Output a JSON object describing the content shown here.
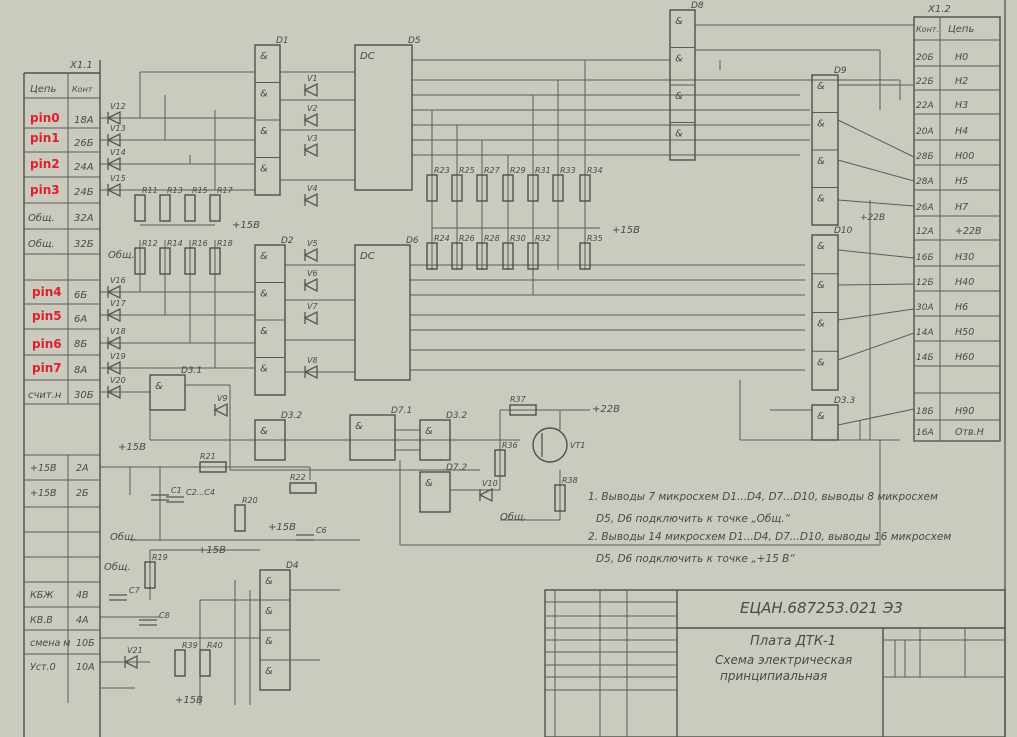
{
  "connector_left": {
    "title": "X1.1",
    "headers": [
      "Цепь",
      "Конт"
    ],
    "rows": [
      {
        "circuit": "pin0",
        "contact": "18А"
      },
      {
        "circuit": "pin1",
        "contact": "26Б"
      },
      {
        "circuit": "pin2",
        "contact": "24А"
      },
      {
        "circuit": "pin3",
        "contact": "24Б"
      },
      {
        "circuit": "Общ.",
        "contact": "32А"
      },
      {
        "circuit": "Общ.",
        "contact": "32Б"
      },
      {
        "circuit": "",
        "contact": ""
      },
      {
        "circuit": "pin4",
        "contact": "6Б"
      },
      {
        "circuit": "pin5",
        "contact": "6А"
      },
      {
        "circuit": "pin6",
        "contact": "8Б"
      },
      {
        "circuit": "pin7",
        "contact": "8А"
      },
      {
        "circuit": "счит.н",
        "contact": "30Б"
      }
    ],
    "rows_lower": [
      {
        "circuit": "+15В",
        "contact": "2А"
      },
      {
        "circuit": "+15В",
        "contact": "2Б"
      },
      {
        "circuit": "",
        "contact": ""
      },
      {
        "circuit": "",
        "contact": ""
      },
      {
        "circuit": "",
        "contact": ""
      },
      {
        "circuit": "КБЖ",
        "contact": "4В"
      },
      {
        "circuit": "КВ.В",
        "contact": "4А"
      },
      {
        "circuit": "смена м",
        "contact": "10Б"
      },
      {
        "circuit": "Уст.0",
        "contact": "10А"
      }
    ]
  },
  "connector_right": {
    "title": "X1.2",
    "headers": [
      "Конт.",
      "Цепь"
    ],
    "rows": [
      {
        "contact": "20Б",
        "circuit": "Н0"
      },
      {
        "contact": "22Б",
        "circuit": "Н2"
      },
      {
        "contact": "22А",
        "circuit": "Н3"
      },
      {
        "contact": "20А",
        "circuit": "Н4"
      },
      {
        "contact": "28Б",
        "circuit": "Н00"
      },
      {
        "contact": "28А",
        "circuit": "Н5"
      },
      {
        "contact": "26А",
        "circuit": "Н7"
      },
      {
        "contact": "12А",
        "circuit": "+22В"
      },
      {
        "contact": "16Б",
        "circuit": "Н30"
      },
      {
        "contact": "12Б",
        "circuit": "Н40"
      },
      {
        "contact": "30А",
        "circuit": "Н6"
      },
      {
        "contact": "14А",
        "circuit": "Н50"
      },
      {
        "contact": "14Б",
        "circuit": "Н60"
      },
      {
        "contact": "",
        "circuit": ""
      },
      {
        "contact": "18Б",
        "circuit": "Н90"
      },
      {
        "contact": "16А",
        "circuit": "Отв.Н"
      }
    ]
  },
  "chips": [
    "D1",
    "D2",
    "D5",
    "D6",
    "D8",
    "D9",
    "D10",
    "D3.1",
    "D3.2",
    "D7.1",
    "D3.2",
    "D7.2",
    "D3.3",
    "D4"
  ],
  "chip_symbols": {
    "and": "&",
    "dc": "DC"
  },
  "diodes": [
    "V12",
    "V13",
    "V14",
    "V15",
    "V16",
    "V17",
    "V18",
    "V19",
    "V20",
    "V1",
    "V2",
    "V3",
    "V4",
    "V5",
    "V6",
    "V7",
    "V8",
    "V9",
    "V10",
    "V21"
  ],
  "resistors": [
    "R11",
    "R13",
    "R15",
    "R17",
    "R12",
    "R14",
    "R16",
    "R18",
    "R23",
    "R25",
    "R27",
    "R29",
    "R31",
    "R33",
    "R34",
    "R24",
    "R26",
    "R28",
    "R30",
    "R32",
    "R35",
    "R21",
    "R22",
    "R20",
    "R19",
    "R36",
    "R37",
    "R38",
    "R39",
    "R40"
  ],
  "capacitors": [
    "C1",
    "C2...C4",
    "C6",
    "C7",
    "C8"
  ],
  "transistor": "VT1",
  "net_labels": {
    "p15": "+15В",
    "common": "Общ.",
    "p22": "+22В"
  },
  "notes": [
    "1. Выводы 7 микросхем D1...D4, D7...D10, выводы 8 микросхем",
    "D5, D6 подключить к точке „Общ.“",
    "2. Выводы 14 микросхем D1...D4, D7...D10, выводы 16 микросхем",
    "D5, D6 подключить к точке „+15 В“"
  ],
  "title_block": {
    "doc_number": "ЕЦАН.687253.021 Э3",
    "name": "Плата ДТК-1",
    "type_line1": "Схема электрическая",
    "type_line2": "принципиальная"
  }
}
